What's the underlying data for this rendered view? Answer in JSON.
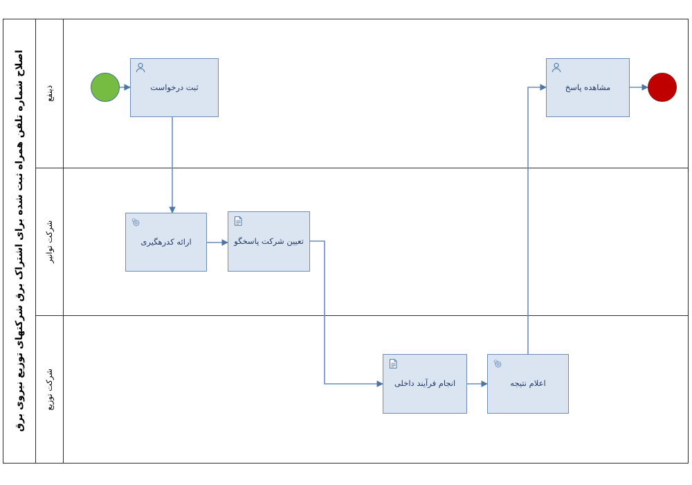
{
  "diagram": {
    "type": "bpmn-swimlane",
    "pool_title": "اصلاح شماره تلفن همراه ثبت شده برای اشتراک برق شرکتهای توزیع نیروی برق",
    "lanes": [
      {
        "id": "lane-beneficiary",
        "label": "ذینفع"
      },
      {
        "id": "lane-tavanir",
        "label": "شرکت توانیر"
      },
      {
        "id": "lane-distribution",
        "label": "شرکت توزیع"
      }
    ],
    "events": [
      {
        "id": "start-event",
        "kind": "start",
        "lane": 0,
        "color": "#76bc43"
      },
      {
        "id": "end-event",
        "kind": "end",
        "lane": 0,
        "color": "#c00000"
      }
    ],
    "tasks": [
      {
        "id": "task-register-request",
        "label": "ثبت درخواست",
        "icon": "user-icon",
        "lane": 0
      },
      {
        "id": "task-view-response",
        "label": "مشاهده پاسخ",
        "icon": "user-icon",
        "lane": 0
      },
      {
        "id": "task-tracking-code",
        "label": "ارائه کدرهگیری",
        "icon": "gear-icon",
        "lane": 1
      },
      {
        "id": "task-assign-company",
        "label": "تعیین شرکت پاسخگو",
        "icon": "document-icon",
        "lane": 1
      },
      {
        "id": "task-internal-process",
        "label": "انجام فرآیند داخلی",
        "icon": "document-icon",
        "lane": 2
      },
      {
        "id": "task-announce-result",
        "label": "اعلام نتیجه",
        "icon": "gear-icon",
        "lane": 2
      }
    ],
    "flows": [
      {
        "from": "start-event",
        "to": "task-register-request"
      },
      {
        "from": "task-register-request",
        "to": "task-tracking-code"
      },
      {
        "from": "task-tracking-code",
        "to": "task-assign-company"
      },
      {
        "from": "task-assign-company",
        "to": "task-internal-process"
      },
      {
        "from": "task-internal-process",
        "to": "task-announce-result"
      },
      {
        "from": "task-announce-result",
        "to": "task-view-response"
      },
      {
        "from": "task-view-response",
        "to": "end-event"
      }
    ],
    "colors": {
      "task_fill": "#dbe5f1",
      "task_border": "#6b8cb6",
      "task_text": "#1f3864",
      "connector": "#6b8cb6",
      "frame": "#2b2b2b",
      "start_fill": "#76bc43",
      "end_fill": "#c00000",
      "background": "#ffffff"
    }
  }
}
